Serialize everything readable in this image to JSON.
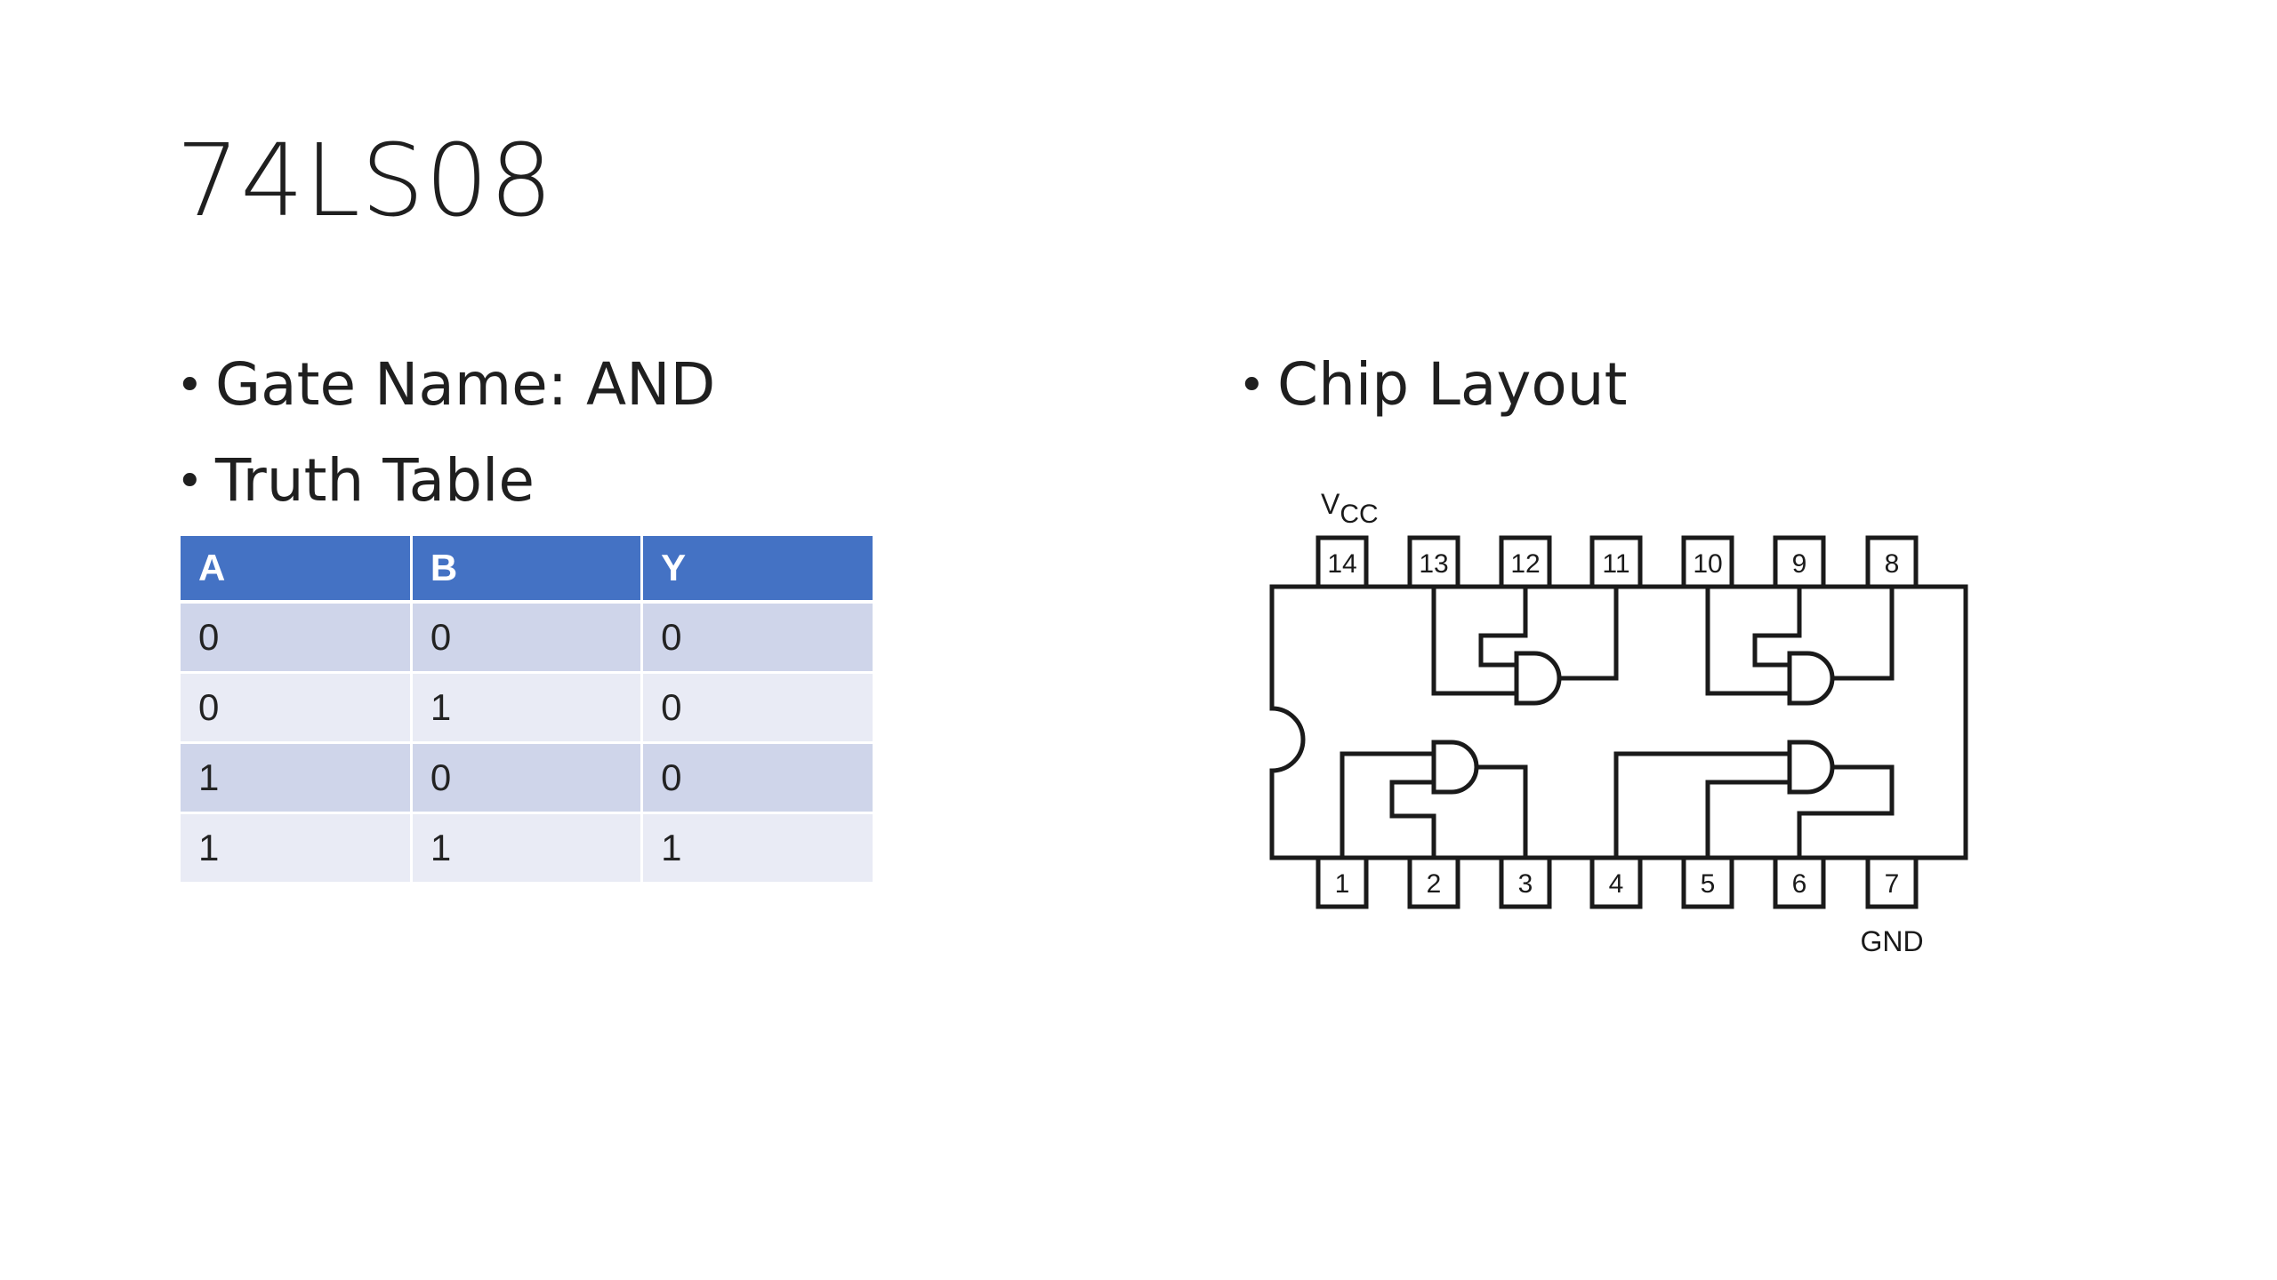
{
  "slide": {
    "title": "74LS08",
    "bullets": {
      "gate_name": "Gate Name: AND",
      "truth_table": "Truth Table",
      "chip_layout": "Chip Layout"
    },
    "bullet_symbol": "•"
  },
  "truth_table": {
    "headers": [
      "A",
      "B",
      "Y"
    ],
    "rows": [
      [
        "0",
        "0",
        "0"
      ],
      [
        "0",
        "1",
        "0"
      ],
      [
        "1",
        "0",
        "0"
      ],
      [
        "1",
        "1",
        "1"
      ]
    ],
    "header_color": "#4472c4",
    "row_colors": [
      "#cfd5ea",
      "#e9ebf5"
    ]
  },
  "chip_layout": {
    "top_pins": [
      "14",
      "13",
      "12",
      "11",
      "10",
      "9",
      "8"
    ],
    "bottom_pins": [
      "1",
      "2",
      "3",
      "4",
      "5",
      "6",
      "7"
    ],
    "vcc_label": "V",
    "vcc_subscript": "CC",
    "gnd_label": "GND",
    "gate_count": 4,
    "gate_type": "AND"
  }
}
